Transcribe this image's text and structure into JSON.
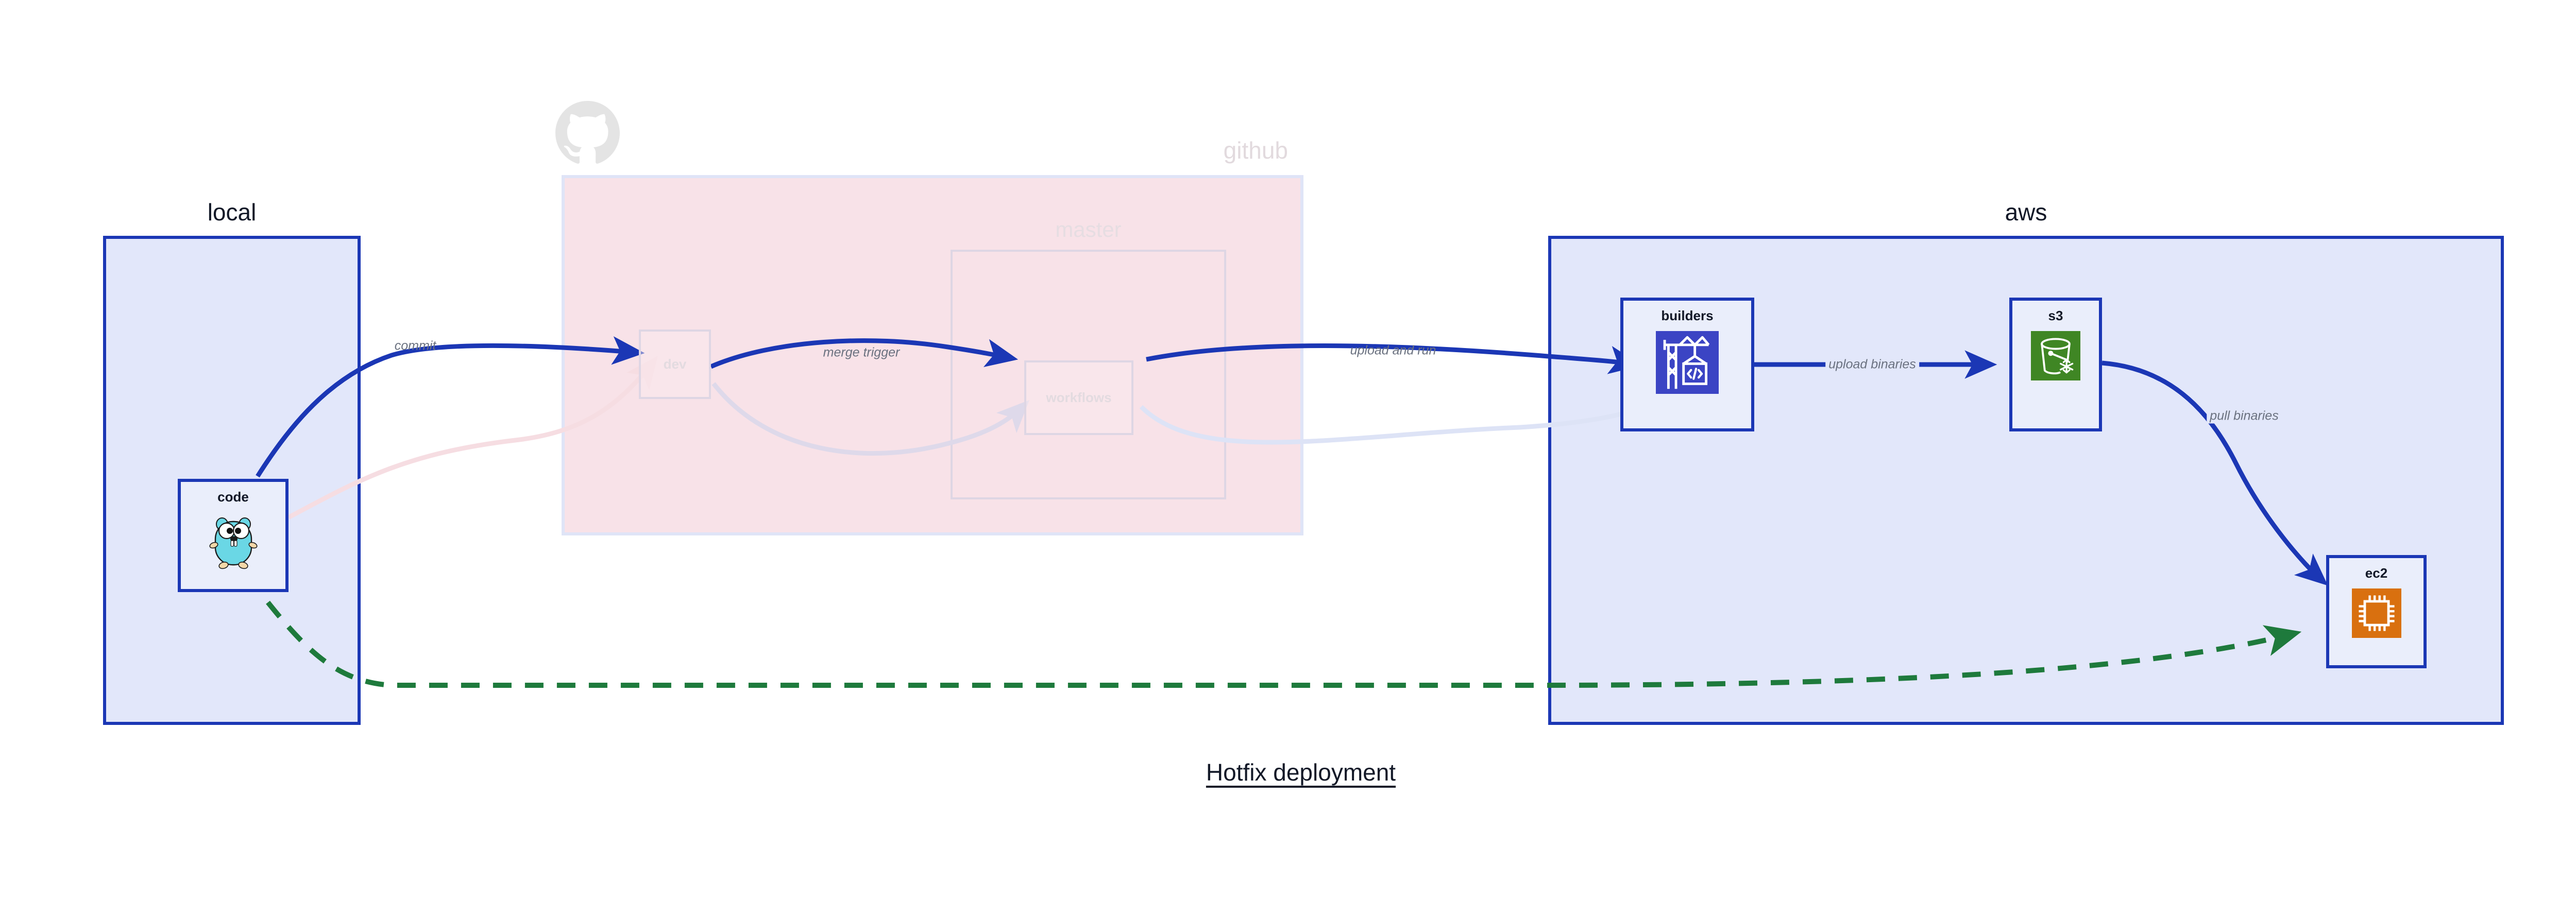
{
  "title": "Hotfix deployment",
  "groups": [
    {
      "key": "local",
      "label": "local",
      "style": "solid-blue"
    },
    {
      "key": "github",
      "label": "github",
      "style": "faded-pink"
    },
    {
      "key": "master",
      "label": "master",
      "style": "faded-sub"
    },
    {
      "key": "aws",
      "label": "aws",
      "style": "solid-blue"
    }
  ],
  "nodes": [
    {
      "key": "code",
      "label": "code",
      "icon": "go-gopher-icon",
      "state": "active"
    },
    {
      "key": "dev",
      "label": "dev",
      "icon": "none",
      "state": "faded"
    },
    {
      "key": "workflows",
      "label": "workflows",
      "icon": "none",
      "state": "faded"
    },
    {
      "key": "builders",
      "label": "builders",
      "icon": "aws-codebuild-icon",
      "state": "active"
    },
    {
      "key": "s3",
      "label": "s3",
      "icon": "aws-s3-glacier-icon",
      "state": "active"
    },
    {
      "key": "ec2",
      "label": "ec2",
      "icon": "aws-ec2-chip-icon",
      "state": "active"
    }
  ],
  "edges": [
    {
      "key": "commit",
      "label": "commit",
      "from": "code",
      "to": "dev",
      "style": "solid-blue"
    },
    {
      "key": "merge-trigger",
      "label": "merge trigger",
      "from": "dev",
      "to": "workflows",
      "style": "solid-blue"
    },
    {
      "key": "upload-and-run",
      "label": "upload and run",
      "from": "workflows",
      "to": "builders",
      "style": "solid-blue"
    },
    {
      "key": "upload-binaries",
      "label": "upload binaries",
      "from": "builders",
      "to": "s3",
      "style": "solid-blue"
    },
    {
      "key": "pull-binaries",
      "label": "pull binaries",
      "from": "s3",
      "to": "ec2",
      "style": "solid-blue"
    },
    {
      "key": "hotfix-direct",
      "label": "",
      "from": "code",
      "to": "ec2",
      "style": "dashed-green"
    },
    {
      "key": "faded-code-dev",
      "label": "",
      "from": "code",
      "to": "dev",
      "style": "faded-pink"
    },
    {
      "key": "faded-dev-wf",
      "label": "",
      "from": "dev",
      "to": "workflows",
      "style": "faded-violet"
    },
    {
      "key": "faded-wf-build",
      "label": "",
      "from": "workflows",
      "to": "builders",
      "style": "faded-blue"
    }
  ],
  "colors": {
    "accent_blue": "#1b37b5",
    "group_fill_blue": "#e2e7fa",
    "group_fill_pink": "#f8e2e8",
    "dashed_green": "#1e7a3c",
    "codebuild_indigo": "#3b44c4",
    "s3_green": "#3f8624",
    "ec2_orange": "#d9700f",
    "gopher_cyan": "#6ad7e5",
    "label_gray": "#6b7280",
    "text_dark": "#121827"
  }
}
